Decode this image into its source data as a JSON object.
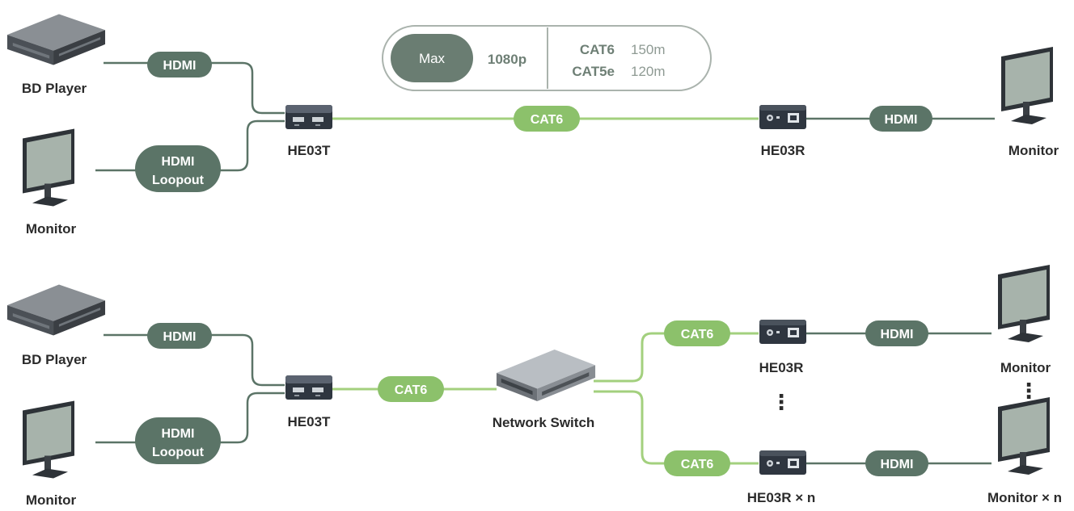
{
  "spec": {
    "max_label": "Max",
    "resolution": "1080p",
    "rows": [
      {
        "cable": "CAT6",
        "distance": "150m"
      },
      {
        "cable": "CAT5e",
        "distance": "120m"
      }
    ]
  },
  "top": {
    "bd_player": "BD Player",
    "monitor_left": "Monitor",
    "hdmi_in": "HDMI",
    "loopout_line1": "HDMI",
    "loopout_line2": "Loopout",
    "transmitter": "HE03T",
    "cable": "CAT6",
    "receiver": "HE03R",
    "hdmi_out": "HDMI",
    "monitor_right": "Monitor"
  },
  "bottom": {
    "bd_player": "BD Player",
    "monitor_left": "Monitor",
    "hdmi_in": "HDMI",
    "loopout_line1": "HDMI",
    "loopout_line2": "Loopout",
    "transmitter": "HE03T",
    "cable_to_switch": "CAT6",
    "switch": "Network Switch",
    "cable_upper": "CAT6",
    "cable_lower": "CAT6",
    "receiver_upper": "HE03R",
    "receiver_lower": "HE03R × n",
    "hdmi_upper": "HDMI",
    "hdmi_lower": "HDMI",
    "monitor_upper": "Monitor",
    "monitor_lower": "Monitor × n",
    "ellipsis": "⋮"
  },
  "colors": {
    "hdmi_pill": "#5b7467",
    "cat_pill": "#8cc16b",
    "hdmi_line": "#5b7467",
    "cat_line": "#a3d07e",
    "device": "#2f3640",
    "screen": "#a7b3ab"
  }
}
